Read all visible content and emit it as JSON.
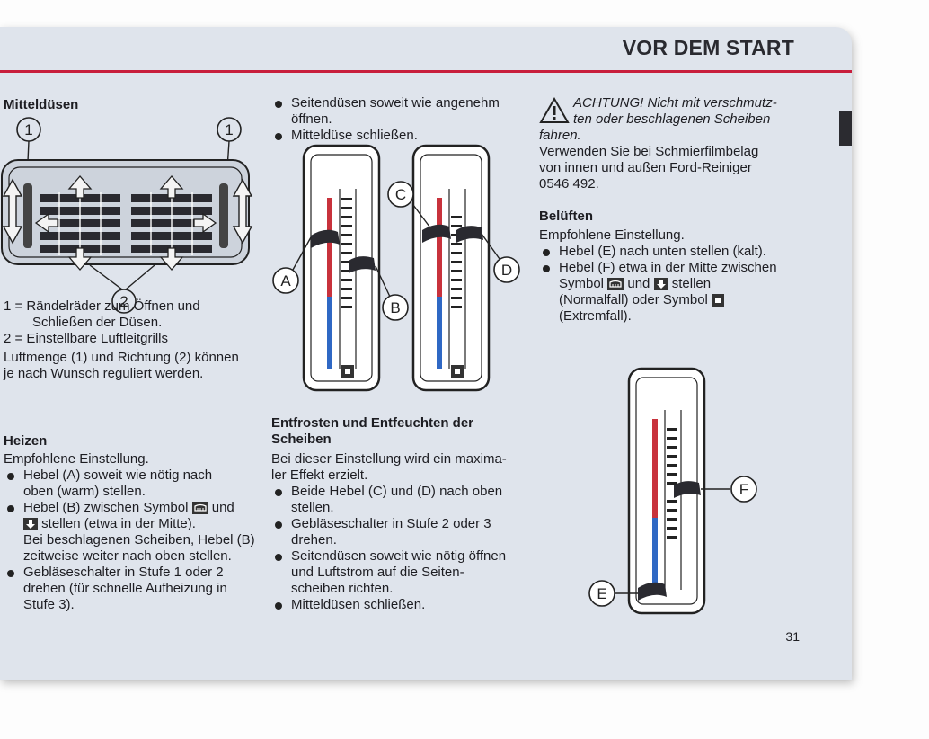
{
  "header": {
    "title": "VOR DEM START"
  },
  "left": {
    "mitte_heading": "Mitteldüsen",
    "callout_1": "1",
    "callout_2": "2",
    "legend_1": "1 = Rändelräder zum Öffnen und",
    "legend_1b": "Schließen der Düsen.",
    "legend_2": "2 = Einstellbare Luftleitgrills",
    "luftmenge_1": "Luftmenge (1) und Richtung (2) können",
    "luftmenge_2": "je nach Wunsch reguliert werden.",
    "heizen_heading": "Heizen",
    "heizen_intro": "Empfohlene Einstellung.",
    "heizen_items": [
      [
        "Hebel (A) soweit wie nötig nach",
        "oben (warm) stellen."
      ],
      [
        "Hebel (B) zwischen Symbol",
        "und",
        "stellen (etwa in der Mitte).",
        "Bei beschlagenen Scheiben, Hebel (B)",
        "zeitweise weiter nach oben stellen."
      ],
      [
        "Gebläseschalter in Stufe 1 oder 2",
        "drehen (für schnelle Aufheizung in",
        "Stufe 3)."
      ]
    ]
  },
  "middle": {
    "top_items": [
      [
        "Seitendüsen soweit wie angenehm",
        "öffnen."
      ],
      [
        "Mitteldüse schließen."
      ]
    ],
    "labels": {
      "A": "A",
      "B": "B",
      "C": "C",
      "D": "D"
    },
    "entfrosten_heading_1": "Entfrosten und Entfeuchten der",
    "entfrosten_heading_2": "Scheiben",
    "entfrosten_intro_1": "Bei dieser Einstellung wird ein maxima-",
    "entfrosten_intro_2": "ler Effekt erzielt.",
    "entfrosten_items": [
      [
        "Beide Hebel (C) und (D) nach oben",
        "stellen."
      ],
      [
        "Gebläseschalter in Stufe 2 oder 3",
        "drehen."
      ],
      [
        "Seitendüsen soweit wie nötig öffnen",
        "und Luftstrom auf die Seiten-",
        "scheiben richten."
      ],
      [
        "Mitteldüsen schließen."
      ]
    ]
  },
  "right": {
    "warning_1": "ACHTUNG! Nicht mit verschmutz-",
    "warning_2": "ten oder beschlagenen Scheiben",
    "warning_3": "fahren.",
    "warning_body_1": "Verwenden Sie bei Schmierfilmbelag",
    "warning_body_2": "von innen und außen Ford-Reiniger",
    "warning_body_3": "0546 492.",
    "belueften_heading": "Belüften",
    "belueften_intro": "Empfohlene Einstellung.",
    "belueften_items": [
      [
        "Hebel (E) nach unten stellen (kalt)."
      ],
      [
        "Hebel (F) etwa in der Mitte zwischen",
        "Symbol",
        "und",
        "stellen",
        "(Normalfall) oder Symbol",
        "(Extremfall)."
      ]
    ],
    "labels": {
      "E": "E",
      "F": "F"
    }
  },
  "page_number": "31",
  "icons": [
    "warning-triangle-icon",
    "windshield-symbol-icon",
    "down-arrow-symbol-icon",
    "square-symbol-icon"
  ]
}
